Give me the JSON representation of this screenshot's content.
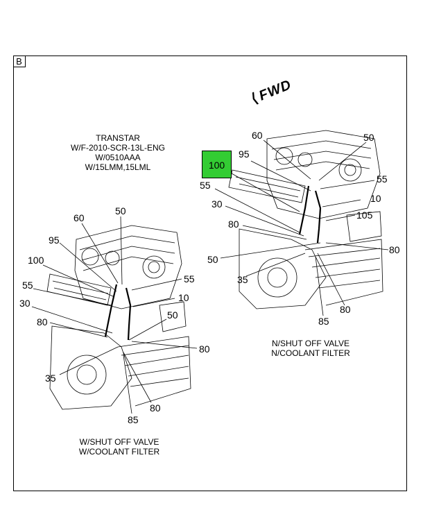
{
  "diagram": {
    "section_label": "B",
    "fwd_label": "FWD",
    "left_view": {
      "title_lines": [
        "TRANSTAR",
        "W/F-2010-SCR-13L-ENG",
        "W/0510AAA",
        "W/15LMM,15LML"
      ],
      "caption_lines": [
        "W/SHUT OFF VALVE",
        "W/COOLANT FILTER"
      ],
      "callouts": [
        "50",
        "60",
        "95",
        "100",
        "55",
        "55",
        "10",
        "30",
        "80",
        "50",
        "80",
        "35",
        "80",
        "85"
      ]
    },
    "right_view": {
      "caption_lines": [
        "N/SHUT OFF VALVE",
        "N/COOLANT FILTER"
      ],
      "highlighted_callout": "100",
      "callouts": [
        "60",
        "50",
        "95",
        "55",
        "55",
        "10",
        "30",
        "105",
        "80",
        "50",
        "80",
        "35",
        "80",
        "85"
      ]
    },
    "colors": {
      "highlight": "#33cc33",
      "line": "#000000"
    }
  }
}
